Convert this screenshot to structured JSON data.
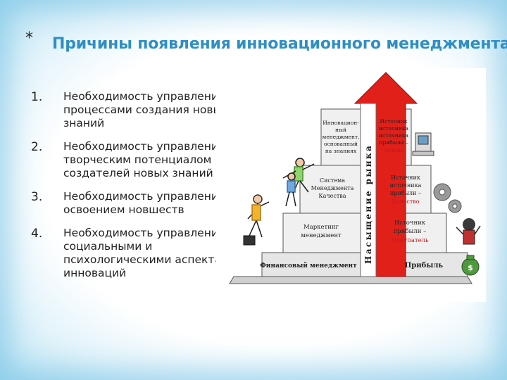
{
  "slide": {
    "bullet": "*",
    "title": "Причины появления инновационного менеджмента"
  },
  "reasons": [
    {
      "num": "1.",
      "text": "Необходимость управления процессами создания новых знаний"
    },
    {
      "num": "2.",
      "text": "Необходимость управления творческим потенциалом создателей новых знаний"
    },
    {
      "num": "3.",
      "text": "Необходимость управления освоением новшеств"
    },
    {
      "num": "4.",
      "text": "Необходимость управления социальными и психологическими аспектами инноваций"
    }
  ],
  "diagram": {
    "arrow_label": "Насыщение рынка",
    "left": {
      "innovation": [
        "Инновацион-",
        "ный",
        "менеджмент,",
        "основанный",
        "на знаниях"
      ],
      "quality": [
        "Система",
        "Менеджмента",
        "Качества"
      ],
      "marketing": [
        "Маркетинг",
        "менеджмент"
      ],
      "finance": "Финансовый менеджмент"
    },
    "right": {
      "sources": [
        "Источник",
        "источника",
        "источника",
        "прибыли –"
      ],
      "sources_accent": "Знания",
      "quality": [
        "Источник",
        "источника",
        "прибыли –"
      ],
      "quality_accent": "Качество",
      "buyer": [
        "Источник",
        "прибыли –"
      ],
      "buyer_accent": "Покупатель",
      "profit": "Прибыль"
    },
    "colors": {
      "arrow": "#e1201a",
      "accent_text": "#c8181a",
      "tier_fill": "#f0f0f0",
      "base_fill": "#e6e6e6",
      "title": "#2f8fc4"
    }
  }
}
